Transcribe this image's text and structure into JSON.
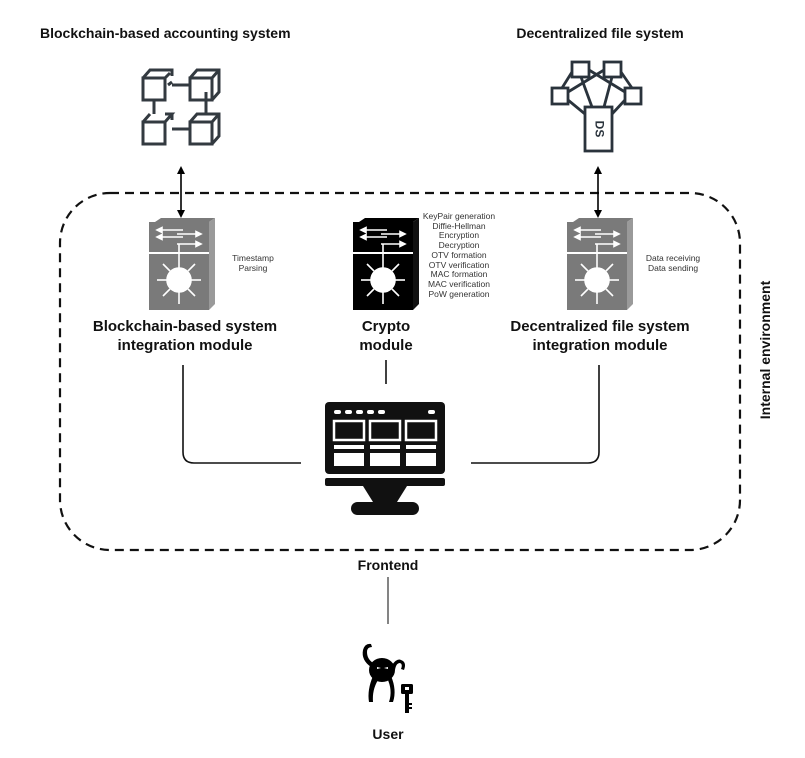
{
  "diagram": {
    "external_systems": [
      {
        "id": "blockchain",
        "title": "Blockchain-based accounting system",
        "icon": "blockchain-cubes-icon"
      },
      {
        "id": "dfs",
        "title": "Decentralized file system",
        "icon": "distributed-storage-icon",
        "icon_text": "DS"
      }
    ],
    "environment_label": "Internal environment",
    "modules": [
      {
        "id": "blockchain-integration",
        "label_line1": "Blockchain-based system",
        "label_line2": "integration module",
        "functions": [
          "Timestamp",
          "Parsing"
        ],
        "color": "#7a7a7a"
      },
      {
        "id": "crypto",
        "label_line1": "Crypto",
        "label_line2": "module",
        "functions": [
          "KeyPair generation",
          "Diffie-Hellman",
          "Encryption",
          "Decryption",
          "OTV formation",
          "OTV verification",
          "MAC formation",
          "MAC verification",
          "PoW generation"
        ],
        "color": "#000000"
      },
      {
        "id": "dfs-integration",
        "label_line1": "Decentralized file system",
        "label_line2": "integration module",
        "functions": [
          "Data receiving",
          "Data sending"
        ],
        "color": "#7a7a7a"
      }
    ],
    "frontend": {
      "label": "Frontend",
      "icon": "monitor-dashboard-icon"
    },
    "user": {
      "label": "User",
      "icon": "user-with-key-icon"
    },
    "connections": [
      {
        "from": "Blockchain-based accounting system",
        "to": "Blockchain-based system integration module",
        "type": "bidirectional-arrow"
      },
      {
        "from": "Decentralized file system",
        "to": "Decentralized file system integration module",
        "type": "bidirectional-arrow"
      },
      {
        "from": "Blockchain-based system integration module",
        "to": "Frontend",
        "type": "line"
      },
      {
        "from": "Crypto module",
        "to": "Frontend",
        "type": "line"
      },
      {
        "from": "Decentralized file system integration module",
        "to": "Frontend",
        "type": "line"
      },
      {
        "from": "Frontend",
        "to": "User",
        "type": "line"
      }
    ]
  }
}
